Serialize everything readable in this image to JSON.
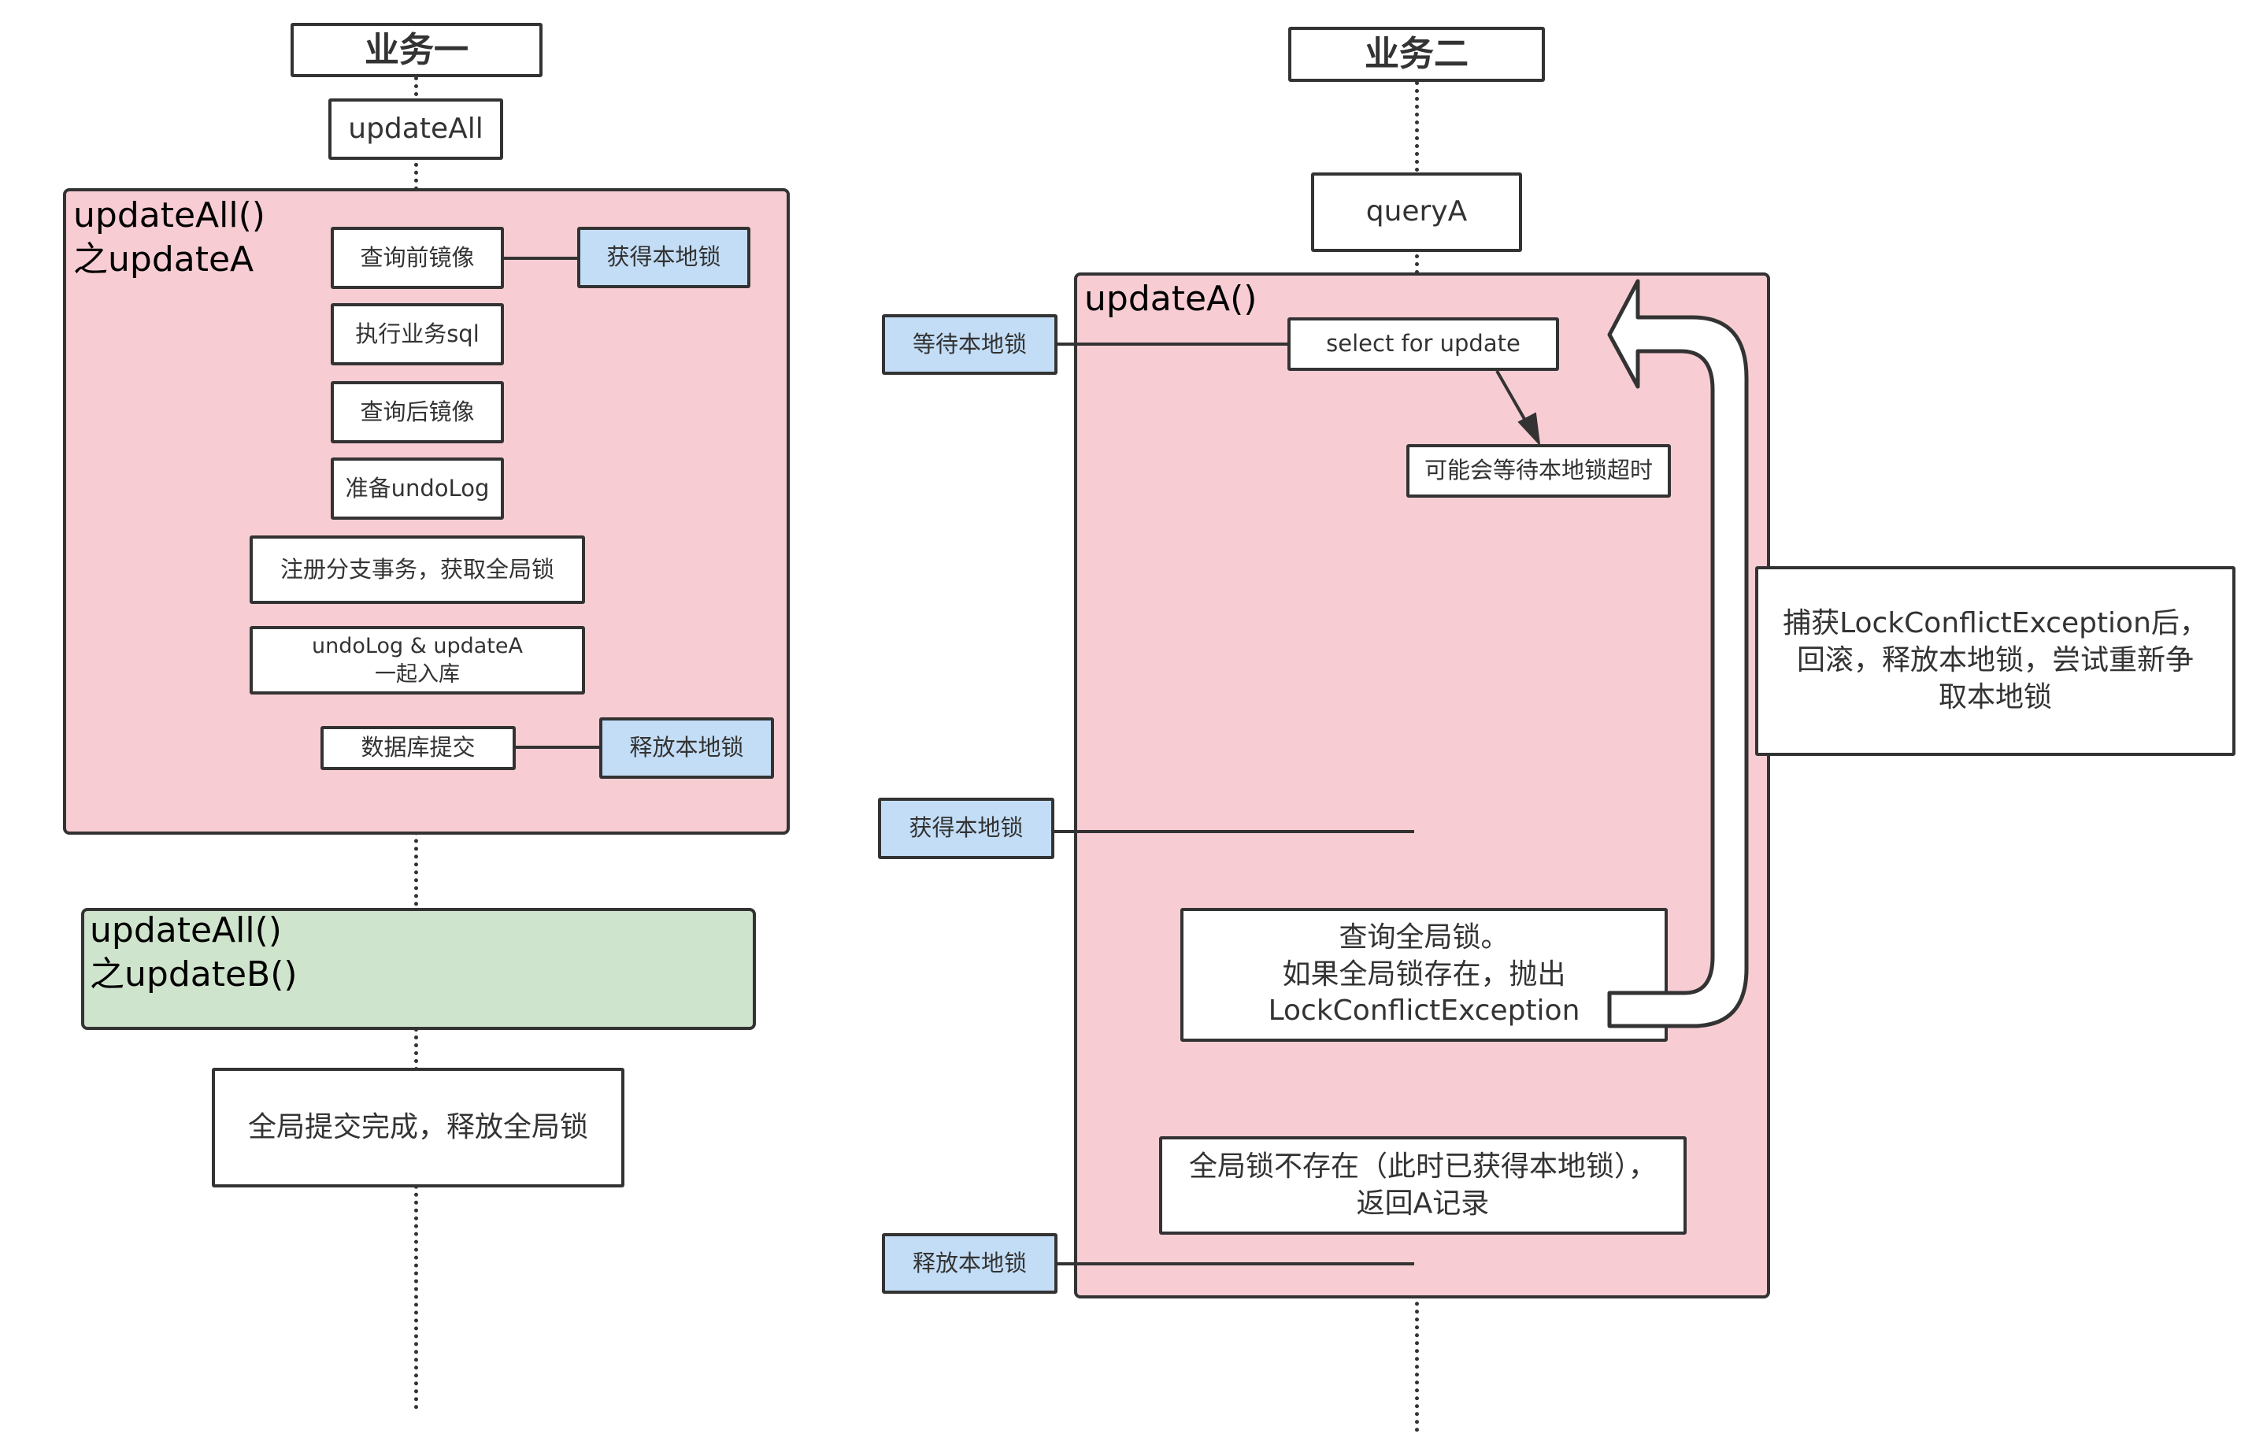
{
  "colors": {
    "stroke": "#333333",
    "pink_frame": "#f7cdd3",
    "green_frame": "#cfe4cc",
    "blue_box": "#c3ddf6",
    "white_box": "#ffffff"
  },
  "business_one": {
    "title": "业务一",
    "method": "updateAll",
    "frame_update_a": {
      "label": "updateAll()\n之updateA",
      "steps": [
        "查询前镜像",
        "执行业务sql",
        "查询后镜像",
        "准备undoLog",
        "注册分支事务，获取全局锁",
        "undoLog & updateA\n一起入库",
        "数据库提交"
      ],
      "acquire_local_lock": "获得本地锁",
      "release_local_lock": "释放本地锁"
    },
    "frame_update_b": {
      "label": "updateAll()\n之updateB()"
    },
    "global_commit": "全局提交完成，释放全局锁"
  },
  "business_two": {
    "title": "业务二",
    "method": "queryA",
    "frame_update_a": {
      "label": "updateA()",
      "select_for_update": "select for update",
      "may_timeout": "可能会等待本地锁超时",
      "query_global_lock": "查询全局锁。\n如果全局锁存在，抛出\nLockConflictException",
      "global_lock_absent": "全局锁不存在（此时已获得本地锁），\n返回A记录"
    },
    "side_notes": {
      "wait_local_lock": "等待本地锁",
      "acquire_local_lock": "获得本地锁",
      "release_local_lock": "释放本地锁"
    },
    "retry_note": "捕获LockConflictException后，\n回滚，释放本地锁，尝试重新争\n取本地锁"
  }
}
